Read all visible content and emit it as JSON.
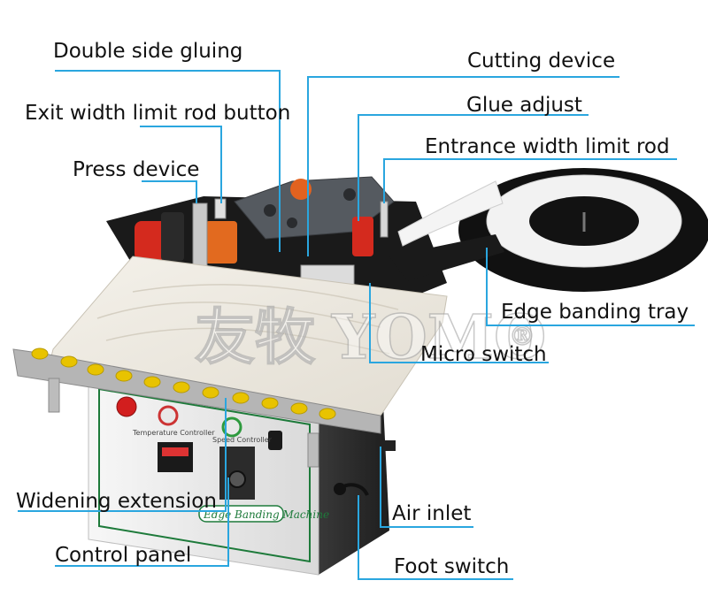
{
  "labels": {
    "double_side_gluing": "Double side gluing",
    "cutting_device": "Cutting device",
    "exit_width_limit_rod_button": "Exit width limit rod button",
    "glue_adjust": "Glue adjust",
    "entrance_width_limit_rod": "Entrance width limit rod",
    "press_device": "Press device",
    "edge_banding_tray": "Edge banding tray",
    "micro_switch": "Micro switch",
    "widening_extension": "Widening extension",
    "air_inlet": "Air inlet",
    "control_panel": "Control panel",
    "foot_switch": "Foot switch"
  },
  "watermark": {
    "cjk": "友牧",
    "latin": "YOMO",
    "reg": "®"
  },
  "panel": {
    "temp_label": "Temperature Controller",
    "speed_label": "Speed Controller",
    "brand_strip": "Edge Banding Machine"
  },
  "colors": {
    "leader_line": "#2aa6df",
    "roller_yellow": "#e8c300",
    "glue_red": "#d42a1e",
    "panel_green": "#1d7a3a"
  }
}
